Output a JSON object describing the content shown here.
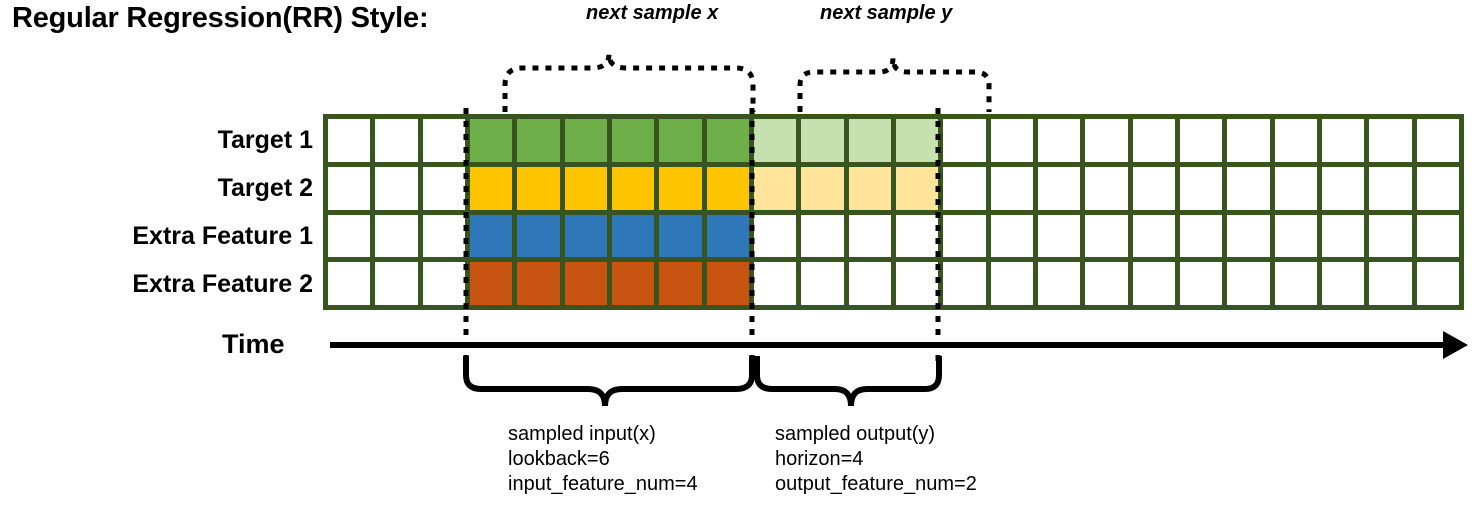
{
  "title": "Regular Regression(RR) Style:",
  "time_axis": {
    "label": "Time"
  },
  "rows": [
    {
      "name": "Target 1",
      "label": "Target 1",
      "color": "#6FAF4A",
      "shade_color": "#C6E0B0",
      "has_output": true
    },
    {
      "name": "Target 2",
      "label": "Target 2",
      "color": "#FFC400",
      "shade_color": "#FFE499",
      "has_output": true
    },
    {
      "name": "Extra Feature 1",
      "label": "Extra Feature 1",
      "color": "#2E77B8",
      "shade_color": "#FFFFFF",
      "has_output": false
    },
    {
      "name": "Extra Feature 2",
      "label": "Extra Feature 2",
      "color": "#C75411",
      "shade_color": "#FFFFFF",
      "has_output": false
    }
  ],
  "grid": {
    "total_columns": 24,
    "lead_empty_columns": 3,
    "input_columns": 6,
    "output_columns": 4,
    "border_color": "#38541F",
    "empty_cell_color": "#FFFFFF"
  },
  "annotations": {
    "top_left": {
      "text": "next sample x"
    },
    "top_right": {
      "text": "next sample y"
    },
    "bottom_left": {
      "line1": "sampled input(x)",
      "line2": "lookback=6",
      "line3": "input_feature_num=4"
    },
    "bottom_right": {
      "line1": "sampled output(y)",
      "line2": "horizon=4",
      "line3": "output_feature_num=2"
    }
  },
  "chart_data": {
    "type": "diagram",
    "title": "Regular Regression(RR) Style:",
    "description": "Time-series sliding window diagram showing sampled input window and sampled output horizon across four feature rows.",
    "lookback": 6,
    "horizon": 4,
    "input_feature_num": 4,
    "output_feature_num": 2,
    "series": [
      {
        "name": "Target 1",
        "role": "target",
        "in_input": true,
        "in_output": true
      },
      {
        "name": "Target 2",
        "role": "target",
        "in_input": true,
        "in_output": true
      },
      {
        "name": "Extra Feature 1",
        "role": "extra_feature",
        "in_input": true,
        "in_output": false
      },
      {
        "name": "Extra Feature 2",
        "role": "extra_feature",
        "in_input": true,
        "in_output": false
      }
    ]
  }
}
